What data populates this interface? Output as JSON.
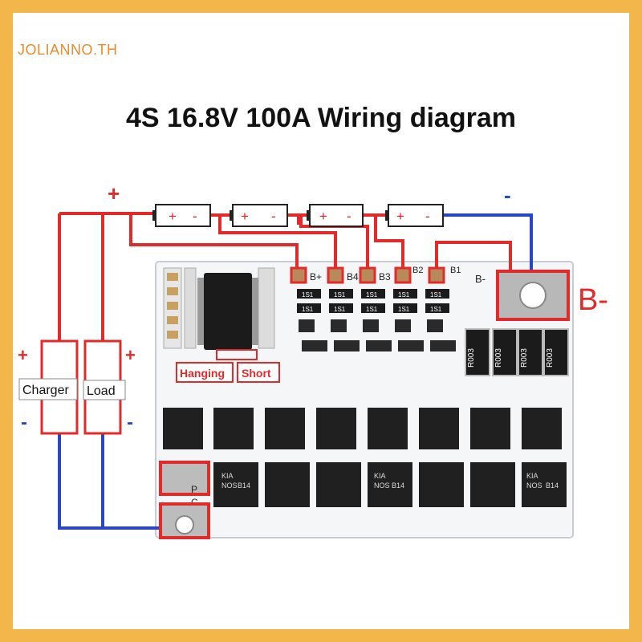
{
  "brand": {
    "watermark": "JOLIANNO.TH"
  },
  "title": "4S 16.8V 100A Wiring diagram",
  "wiring": {
    "plus_top": "+",
    "minus_top": "-",
    "b_minus_big": "B-",
    "charger_label": "Charger",
    "load_label": "Load",
    "plus_sign": "+",
    "minus_sign": "-"
  },
  "cells": [
    {
      "pos": "+",
      "neg": "-"
    },
    {
      "pos": "+",
      "neg": "-"
    },
    {
      "pos": "+",
      "neg": "-"
    },
    {
      "pos": "+",
      "neg": "-"
    }
  ],
  "board": {
    "pads": [
      "B+",
      "B4",
      "B3",
      "B2",
      "B1"
    ],
    "b_minus_small": "B-",
    "hanging": "Hanging",
    "short": "Short",
    "p_label": "P",
    "c_label": "C",
    "resistor_small": "1S1",
    "resistor_big": "R003",
    "mosfet_lines": [
      "KIA",
      "NOS",
      "B14"
    ]
  },
  "colors": {
    "red_wire": "#e32a2a",
    "blue_wire": "#2b46c4",
    "frame": "#f2b64a",
    "brand": "#ec8a2c"
  }
}
